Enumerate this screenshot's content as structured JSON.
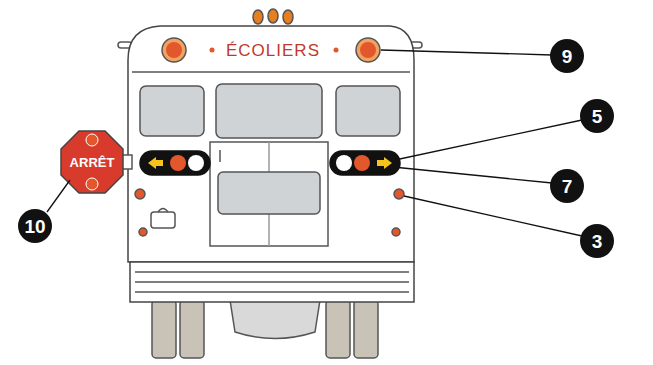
{
  "diagram": {
    "labels": [
      "ÉCOLIERS",
      "9",
      "ARRÊT",
      "5",
      "7",
      "10",
      "3"
    ]
  }
}
